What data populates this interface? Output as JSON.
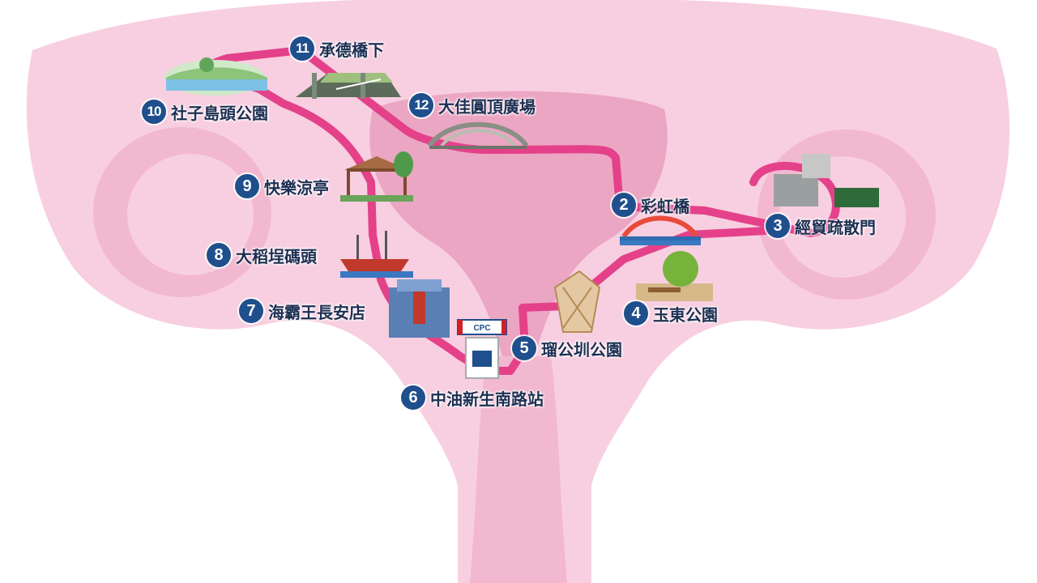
{
  "colors": {
    "background": "#ffffff",
    "organ_light": "#f8cfe0",
    "organ_mid": "#f1b8cf",
    "organ_deep": "#eba6c3",
    "route": "#e4418a",
    "badge": "#1f4f8c",
    "label_text": "#1d2f52"
  },
  "stops": [
    {
      "number": "2",
      "name": "彩虹橋",
      "icon": "rainbow-bridge-icon"
    },
    {
      "number": "3",
      "name": "經貿疏散門",
      "icon": "floodgate-icon"
    },
    {
      "number": "4",
      "name": "玉東公園",
      "icon": "park-bench-icon"
    },
    {
      "number": "5",
      "name": "瑠公圳公園",
      "icon": "water-wheel-icon"
    },
    {
      "number": "6",
      "name": "中油新生南路站",
      "icon": "gas-station-icon",
      "sign_text": "CPC"
    },
    {
      "number": "7",
      "name": "海霸王長安店",
      "icon": "office-building-icon"
    },
    {
      "number": "8",
      "name": "大稻埕碼頭",
      "icon": "sailing-ship-icon"
    },
    {
      "number": "9",
      "name": "快樂涼亭",
      "icon": "pavilion-icon"
    },
    {
      "number": "10",
      "name": "社子島頭公園",
      "icon": "riverside-park-icon"
    },
    {
      "number": "11",
      "name": "承德橋下",
      "icon": "overpass-icon"
    },
    {
      "number": "12",
      "name": "大佳圓頂廣場",
      "icon": "dome-plaza-icon"
    }
  ]
}
